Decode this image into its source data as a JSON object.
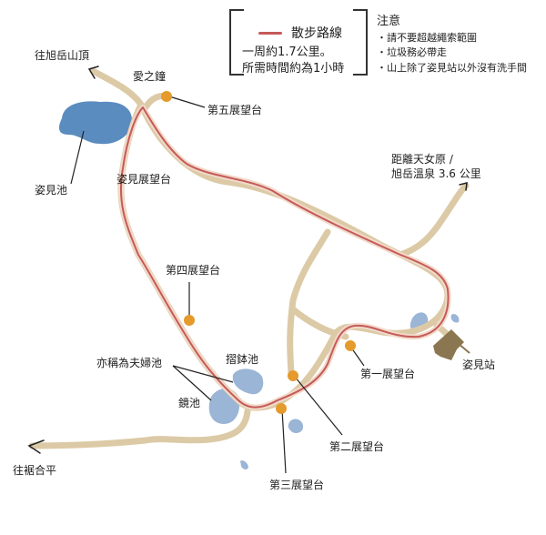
{
  "legend": {
    "route_label": "散步路線",
    "route_color": "#c65a5a",
    "description_line1": "一周約1.7公里。",
    "description_line2": "所需時間約為1小時"
  },
  "notes": {
    "title": "注意",
    "items": [
      "・請不要超越繩索範圍",
      "・垃圾務必帶走",
      "・山上除了姿見站以外沒有洗手間"
    ]
  },
  "labels": {
    "to_summit": "往旭岳山頂",
    "bell_of_love": "愛之鐘",
    "observatory_5": "第五展望台",
    "sugami_pond": "姿見池",
    "sugami_observatory": "姿見展望台",
    "distance_line1": "距離天女原 /",
    "distance_line2": "旭岳溫泉 3.6 公里",
    "observatory_4": "第四展望台",
    "couple_ponds": "亦稱為夫婦池",
    "suribachi_pond": "摺鉢池",
    "kagami_pond": "鏡池",
    "observatory_1": "第一展望台",
    "sugami_station": "姿見站",
    "observatory_2": "第二展望台",
    "to_susoaidaira": "往裾合平",
    "observatory_3": "第三展望台"
  },
  "colors": {
    "trail": "#dccaa6",
    "route": "#c65a5a",
    "pond": "#9ab5d6",
    "main_pond": "#5a8cbf",
    "observatory": "#e59a2c",
    "station": "#8a7650"
  }
}
